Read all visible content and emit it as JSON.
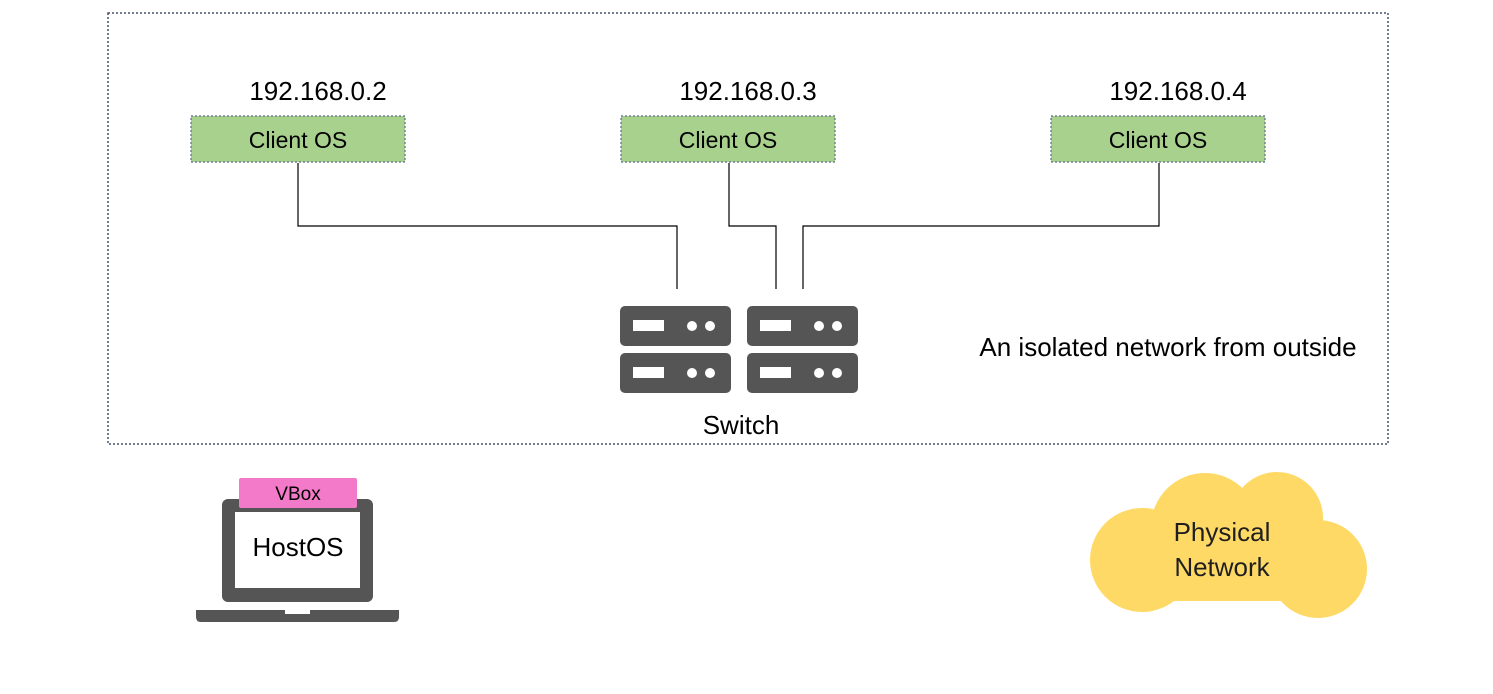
{
  "isolated_network": {
    "caption": "An isolated network from outside"
  },
  "clients": [
    {
      "ip": "192.168.0.2",
      "label": "Client OS"
    },
    {
      "ip": "192.168.0.3",
      "label": "Client OS"
    },
    {
      "ip": "192.168.0.4",
      "label": "Client OS"
    }
  ],
  "switch": {
    "label": "Switch"
  },
  "host": {
    "label": "HostOS",
    "badge": "VBox"
  },
  "physical_network": {
    "line1": "Physical",
    "line2": "Network"
  },
  "colors": {
    "client_fill": "#a9d18e",
    "client_border": "#5b6b8c",
    "boundary": "#44546a",
    "switch_gray": "#555555",
    "laptop_gray": "#555555",
    "vbox_pink": "#f27ac8",
    "cloud_yellow": "#ffd966"
  }
}
